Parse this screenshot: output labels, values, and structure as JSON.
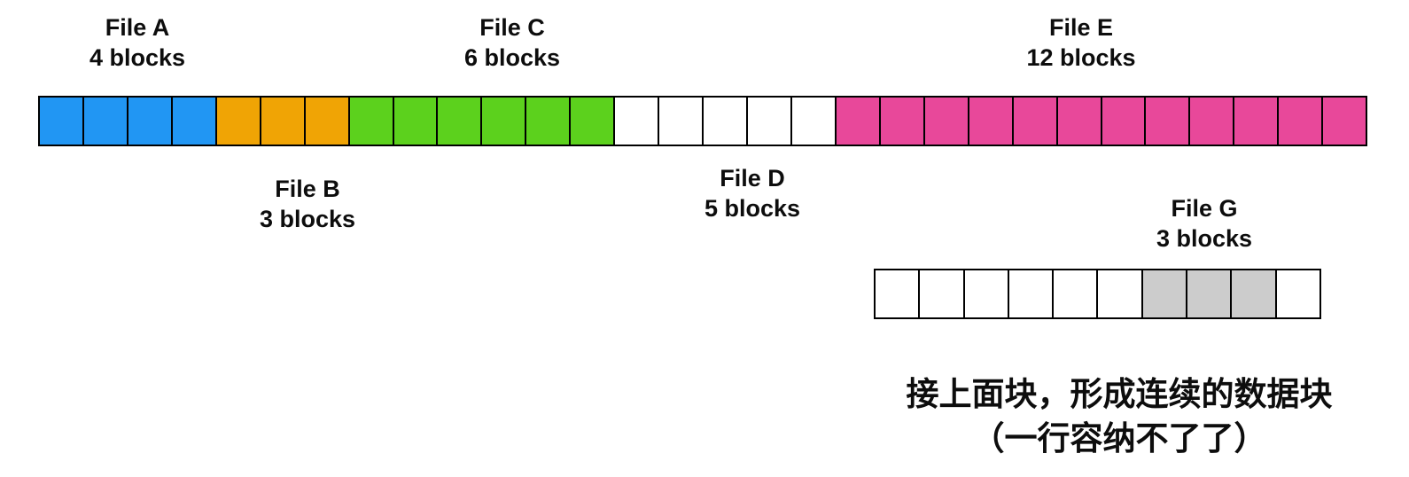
{
  "labels": {
    "file_a": {
      "title": "File A",
      "count": "4 blocks"
    },
    "file_b": {
      "title": "File B",
      "count": "3 blocks"
    },
    "file_c": {
      "title": "File C",
      "count": "6 blocks"
    },
    "file_d": {
      "title": "File D",
      "count": "5 blocks"
    },
    "file_e": {
      "title": "File E",
      "count": "12 blocks"
    },
    "file_g": {
      "title": "File G",
      "count": "3 blocks"
    }
  },
  "caption": {
    "line1": "接上面块，形成连续的数据块",
    "line2": "（一行容纳不了了）"
  },
  "palette": {
    "file_a": "#2196F3",
    "file_b": "#F0A405",
    "file_c": "#5CD11D",
    "file_e": "#E8489A",
    "file_g": "#CCCCCC",
    "free": "#FFFFFF",
    "border": "#000000"
  },
  "rows": [
    {
      "name": "disk-row-1",
      "segments": [
        {
          "file": "file_a",
          "count": 4
        },
        {
          "file": "file_b",
          "count": 3
        },
        {
          "file": "file_c",
          "count": 6
        },
        {
          "file": "free",
          "count": 5
        },
        {
          "file": "file_e",
          "count": 12
        }
      ]
    },
    {
      "name": "disk-row-2",
      "segments": [
        {
          "file": "free",
          "count": 6
        },
        {
          "file": "file_g",
          "count": 3
        },
        {
          "file": "free",
          "count": 1
        }
      ]
    }
  ]
}
